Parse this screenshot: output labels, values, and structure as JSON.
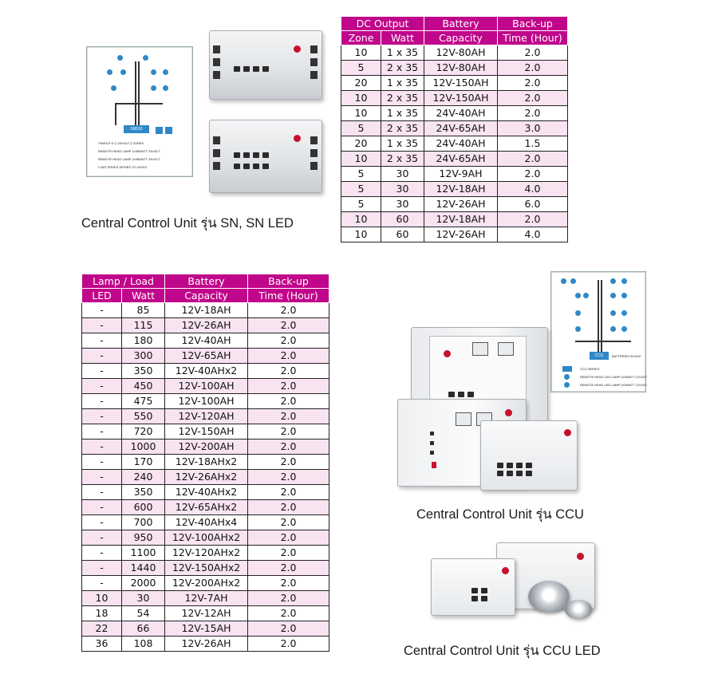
{
  "table_sn": {
    "header_top": [
      "DC Output",
      "Battery",
      "Back-up"
    ],
    "header_bottom": [
      "Zone",
      "Watt",
      "Capacity",
      "Time (Hour)"
    ],
    "rows": [
      [
        "10",
        "1 x 35",
        "12V-80AH",
        "2.0"
      ],
      [
        "5",
        "2 x 35",
        "12V-80AH",
        "2.0"
      ],
      [
        "20",
        "1 x 35",
        "12V-150AH",
        "2.0"
      ],
      [
        "10",
        "2 x 35",
        "12V-150AH",
        "2.0"
      ],
      [
        "10",
        "1 x 35",
        "24V-40AH",
        "2.0"
      ],
      [
        "5",
        "2 x 35",
        "24V-65AH",
        "3.0"
      ],
      [
        "20",
        "1 x 35",
        "24V-40AH",
        "1.5"
      ],
      [
        "10",
        "2 x 35",
        "24V-65AH",
        "2.0"
      ],
      [
        "5",
        "30",
        "12V-9AH",
        "2.0"
      ],
      [
        "5",
        "30",
        "12V-18AH",
        "4.0"
      ],
      [
        "5",
        "30",
        "12V-26AH",
        "6.0"
      ],
      [
        "10",
        "60",
        "12V-18AH",
        "2.0"
      ],
      [
        "10",
        "60",
        "12V-26AH",
        "4.0"
      ]
    ]
  },
  "table_ccu": {
    "header_top": [
      "Lamp / Load",
      "Battery",
      "Back-up"
    ],
    "header_bottom": [
      "LED",
      "Watt",
      "Capacity",
      "Time (Hour)"
    ],
    "rows": [
      [
        "-",
        "85",
        "12V-18AH",
        "2.0"
      ],
      [
        "-",
        "115",
        "12V-26AH",
        "2.0"
      ],
      [
        "-",
        "180",
        "12V-40AH",
        "2.0"
      ],
      [
        "-",
        "300",
        "12V-65AH",
        "2.0"
      ],
      [
        "-",
        "350",
        "12V-40AHx2",
        "2.0"
      ],
      [
        "-",
        "450",
        "12V-100AH",
        "2.0"
      ],
      [
        "-",
        "475",
        "12V-100AH",
        "2.0"
      ],
      [
        "-",
        "550",
        "12V-120AH",
        "2.0"
      ],
      [
        "-",
        "720",
        "12V-150AH",
        "2.0"
      ],
      [
        "-",
        "1000",
        "12V-200AH",
        "2.0"
      ],
      [
        "-",
        "170",
        "12V-18AHx2",
        "2.0"
      ],
      [
        "-",
        "240",
        "12V-26AHx2",
        "2.0"
      ],
      [
        "-",
        "350",
        "12V-40AHx2",
        "2.0"
      ],
      [
        "-",
        "600",
        "12V-65AHx2",
        "2.0"
      ],
      [
        "-",
        "700",
        "12V-40AHx4",
        "2.0"
      ],
      [
        "-",
        "950",
        "12V-100AHx2",
        "2.0"
      ],
      [
        "-",
        "1100",
        "12V-120AHx2",
        "2.0"
      ],
      [
        "-",
        "1440",
        "12V-150AHx2",
        "2.0"
      ],
      [
        "-",
        "2000",
        "12V-200AHx2",
        "2.0"
      ],
      [
        "10",
        "30",
        "12V-7AH",
        "2.0"
      ],
      [
        "18",
        "54",
        "12V-12AH",
        "2.0"
      ],
      [
        "22",
        "66",
        "12V-15AH",
        "2.0"
      ],
      [
        "36",
        "108",
        "12V-26AH",
        "2.0"
      ]
    ]
  },
  "captions": {
    "sn": "Central Control Unit รุ่น SN, SN LED",
    "ccu": "Central Control Unit รุ่น CCU",
    "ccu_led": "Central Control Unit รุ่น CCU LED"
  },
  "diagram_sn": {
    "unit_label": "SN510",
    "legend": [
      "*SN510* D.C.24VOLT-2 ZONES",
      "REMOTE HEAD LAMP 1x35WATT 24VOLT",
      "REMOTE HEAD LAMP 2x35WATT 24VOLT",
      "2 BATTERIES SERIES TO 24VDC."
    ]
  },
  "diagram_ccu": {
    "unit_label": "CCU",
    "battery_label": "BATTERIES IN BOX",
    "legend": [
      "CCU SERIES",
      "REMOTE HEAD LED LAMP 1x3WATT 12VOLT",
      "REMOTE HEAD LED LAMP 2x3WATT 12VOLT"
    ]
  },
  "colors": {
    "header_bg": "#c0068a",
    "alt_row_bg": "#f8e3f0",
    "accent_blue": "#2f88c7",
    "logo_red": "#c8102e"
  }
}
